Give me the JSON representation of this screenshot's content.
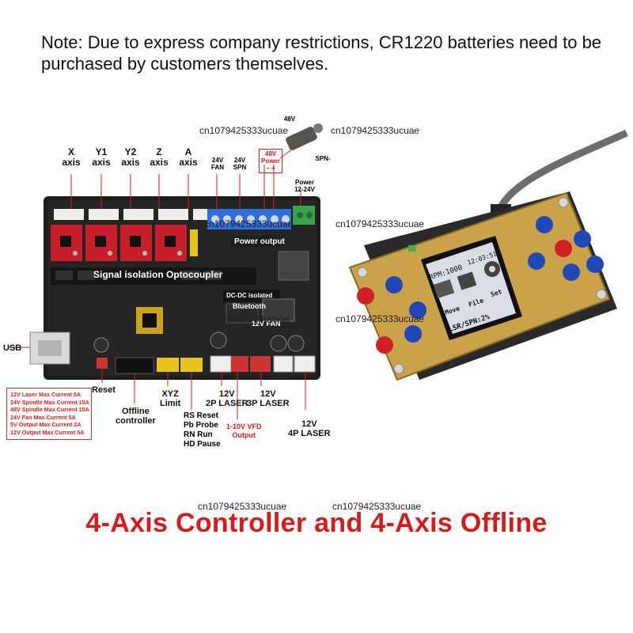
{
  "note": "Note: Due to express company restrictions, CR1220 batteries need to be purchased by customers themselves.",
  "headline": "4-Axis Controller and 4-Axis Offline",
  "watermark": "cn1079425333ucuae",
  "board": {
    "axes": [
      {
        "label": "X\naxis"
      },
      {
        "label": "Y1\naxis"
      },
      {
        "label": "Y2\naxis"
      },
      {
        "label": "Z\naxis"
      },
      {
        "label": "A\naxis"
      }
    ],
    "fan24": "24V\nFAN",
    "spn24": "24V\nSPN",
    "power48": "48V\nPower\n–  +",
    "power_in": "Power\n12-24V",
    "spn_minus": "SPN-",
    "v48_top": "48V",
    "power_output": "Power output",
    "signal_isolation": "Signal isolation Optocoupler",
    "dcdc": "DC-DC isolated",
    "bluetooth": "Bluetooth",
    "fan12": "12V FAN",
    "usb": "USB",
    "reset": "Reset",
    "offline_controller": "Offline\ncontroller",
    "xyz_limit": "XYZ\nLimit",
    "laser2p": "12V\n2P LASER",
    "laser3p": "12V\n3P LASER",
    "laser4p": "12V\n4P LASER",
    "vfd": "1-10V VFD\nOutput",
    "pins": [
      "RS Reset",
      "Pb Probe",
      "RN Run",
      "HD Pause"
    ],
    "specs": [
      "12V Laser Max Current 5A",
      "24V Spindle Max Current 15A",
      "48V Spindle Max Current 15A",
      "24V Fan Max Current 5A",
      "5V Output Max Current 2A",
      "12V Output Max Current 5A"
    ]
  },
  "screen": {
    "rpm": "RPM:1000",
    "time": "12:03:51",
    "menu": [
      "Move",
      "File",
      "Set"
    ],
    "status": "LSR/SPN:2%"
  },
  "colors": {
    "headline": "#d61b1b",
    "pcb": "#1c1c1c",
    "driver": "#c8202a",
    "panel": "#c9a24a",
    "button_red": "#d11f26",
    "button_blue": "#1f49b8"
  }
}
